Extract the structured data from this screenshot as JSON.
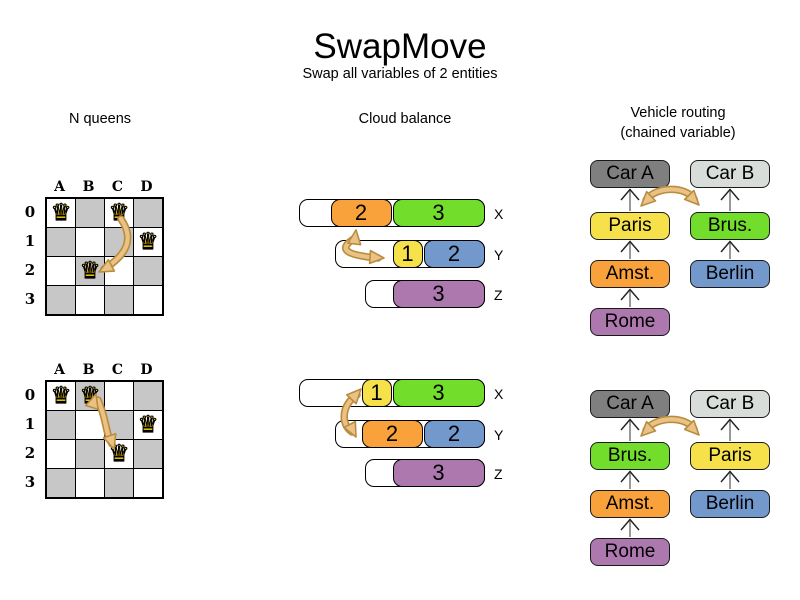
{
  "title": {
    "text": "SwapMove",
    "subtitle": "Swap all variables of 2 entities"
  },
  "columns": [
    {
      "id": "nqueens",
      "label": "N queens"
    },
    {
      "id": "cloud",
      "label": "Cloud balance"
    },
    {
      "id": "vrp",
      "label": "Vehicle routing",
      "label2": "(chained variable)"
    }
  ],
  "palette": {
    "orange": "#f9a13a",
    "green": "#72dd2b",
    "yellow": "#f6e14b",
    "blue": "#7398cb",
    "purple": "#ac78ad",
    "car_dark": "#7f7f7f",
    "car_light": "#d9ddd9",
    "board_gray": "#c7c7c7",
    "queen_gold": "#ffd700",
    "arrow_fill": "#ebc285",
    "arrow_edge": "#b98d3f",
    "connector_line": "#7f7f7f"
  },
  "nqueens": {
    "queen_symbol": "♛",
    "col_labels": [
      "A",
      "B",
      "C",
      "D"
    ],
    "row_labels": [
      "0",
      "1",
      "2",
      "3"
    ],
    "boards": [
      {
        "name": "before",
        "queens": [
          {
            "col": "A",
            "row": 0
          },
          {
            "col": "C",
            "row": 0
          },
          {
            "col": "D",
            "row": 1
          },
          {
            "col": "B",
            "row": 2
          }
        ]
      },
      {
        "name": "after",
        "queens": [
          {
            "col": "A",
            "row": 0
          },
          {
            "col": "B",
            "row": 0
          },
          {
            "col": "D",
            "row": 1
          },
          {
            "col": "C",
            "row": 2
          }
        ]
      }
    ]
  },
  "cloud": {
    "states": [
      {
        "name": "before",
        "rows": [
          {
            "label": "X",
            "capacity_units": 6.2,
            "blocks": [
              {
                "value": 2,
                "color": "orange"
              },
              {
                "value": 3,
                "color": "green"
              }
            ]
          },
          {
            "label": "Y",
            "capacity_units": 5,
            "blocks": [
              {
                "value": 1,
                "color": "yellow"
              },
              {
                "value": 2,
                "color": "blue"
              }
            ]
          },
          {
            "label": "Z",
            "capacity_units": 4,
            "blocks": [
              {
                "value": 3,
                "color": "purple"
              }
            ]
          }
        ]
      },
      {
        "name": "after",
        "rows": [
          {
            "label": "X",
            "capacity_units": 6.2,
            "blocks": [
              {
                "value": 1,
                "color": "yellow"
              },
              {
                "value": 3,
                "color": "green"
              }
            ]
          },
          {
            "label": "Y",
            "capacity_units": 5,
            "blocks": [
              {
                "value": 2,
                "color": "orange"
              },
              {
                "value": 2,
                "color": "blue"
              }
            ]
          },
          {
            "label": "Z",
            "capacity_units": 4,
            "blocks": [
              {
                "value": 3,
                "color": "purple"
              }
            ]
          }
        ]
      }
    ]
  },
  "vrp": {
    "states": [
      {
        "name": "before",
        "chains": [
          {
            "nodes": [
              {
                "label": "Car A",
                "color": "car_dark"
              },
              {
                "label": "Paris",
                "color": "yellow"
              },
              {
                "label": "Amst.",
                "color": "orange"
              },
              {
                "label": "Rome",
                "color": "purple"
              }
            ]
          },
          {
            "nodes": [
              {
                "label": "Car B",
                "color": "car_light"
              },
              {
                "label": "Brus.",
                "color": "green"
              },
              {
                "label": "Berlin",
                "color": "blue"
              }
            ]
          }
        ]
      },
      {
        "name": "after",
        "chains": [
          {
            "nodes": [
              {
                "label": "Car A",
                "color": "car_dark"
              },
              {
                "label": "Brus.",
                "color": "green"
              },
              {
                "label": "Amst.",
                "color": "orange"
              },
              {
                "label": "Rome",
                "color": "purple"
              }
            ]
          },
          {
            "nodes": [
              {
                "label": "Car B",
                "color": "car_light"
              },
              {
                "label": "Paris",
                "color": "yellow"
              },
              {
                "label": "Berlin",
                "color": "blue"
              }
            ]
          }
        ]
      }
    ]
  }
}
